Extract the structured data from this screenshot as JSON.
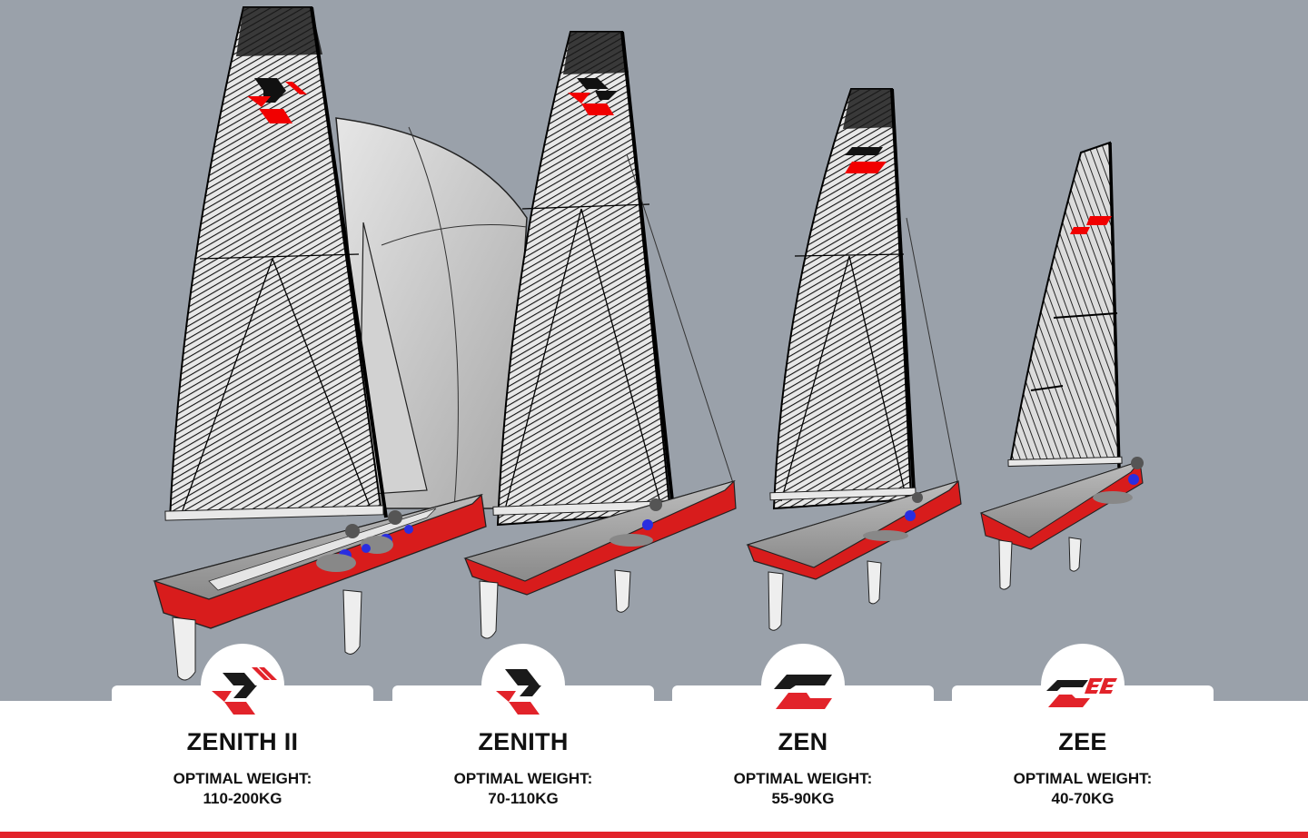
{
  "colors": {
    "background": "#9aa1aa",
    "accent_red": "#e2232a",
    "logo_black": "#1a1a1a",
    "hull_red": "#d81c1c",
    "crew_blue": "#2a2ee0"
  },
  "boats": [
    {
      "name": "ZENITH II",
      "weight_label": "OPTIMAL WEIGHT:",
      "weight_range": "110-200KG",
      "logo": "zenith-ii-logo-icon"
    },
    {
      "name": "ZENITH",
      "weight_label": "OPTIMAL WEIGHT:",
      "weight_range": "70-110KG",
      "logo": "zenith-logo-icon"
    },
    {
      "name": "ZEN",
      "weight_label": "OPTIMAL WEIGHT:",
      "weight_range": "55-90KG",
      "logo": "zen-logo-icon"
    },
    {
      "name": "ZEE",
      "weight_label": "OPTIMAL WEIGHT:",
      "weight_range": "40-70KG",
      "logo": "zee-logo-icon"
    }
  ]
}
